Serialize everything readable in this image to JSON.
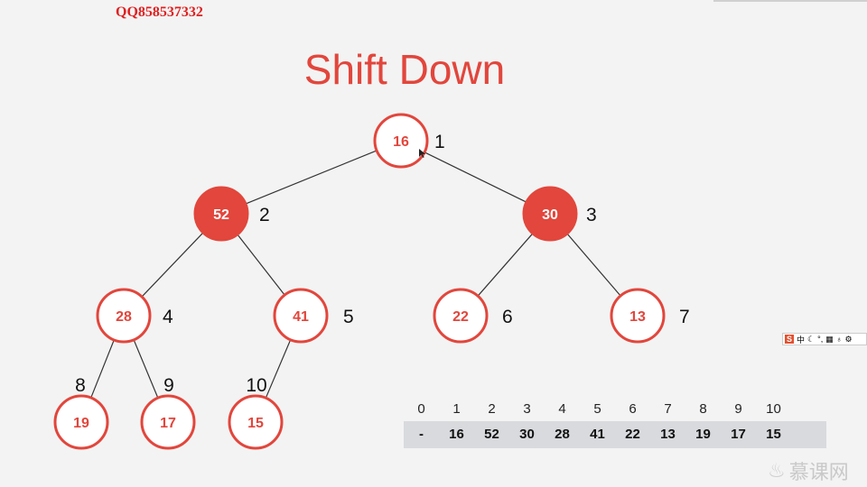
{
  "watermark_qq": "QQ858537332",
  "title": "Shift Down",
  "tree": {
    "nodes": [
      {
        "index": "1",
        "value": "16",
        "highlight": false
      },
      {
        "index": "2",
        "value": "52",
        "highlight": true
      },
      {
        "index": "3",
        "value": "30",
        "highlight": true
      },
      {
        "index": "4",
        "value": "28",
        "highlight": false
      },
      {
        "index": "5",
        "value": "41",
        "highlight": false
      },
      {
        "index": "6",
        "value": "22",
        "highlight": false
      },
      {
        "index": "7",
        "value": "13",
        "highlight": false
      },
      {
        "index": "8",
        "value": "19",
        "highlight": false
      },
      {
        "index": "9",
        "value": "17",
        "highlight": false
      },
      {
        "index": "10",
        "value": "15",
        "highlight": false
      }
    ],
    "colors": {
      "accent": "#e2463c",
      "edge": "#333333",
      "fill": "#ffffff"
    }
  },
  "array": {
    "indices": [
      "0",
      "1",
      "2",
      "3",
      "4",
      "5",
      "6",
      "7",
      "8",
      "9",
      "10"
    ],
    "values": [
      "-",
      "16",
      "52",
      "30",
      "28",
      "41",
      "22",
      "13",
      "19",
      "17",
      "15"
    ]
  },
  "toolbar": {
    "brand": "S",
    "label": "中"
  },
  "site_watermark": "慕课网"
}
